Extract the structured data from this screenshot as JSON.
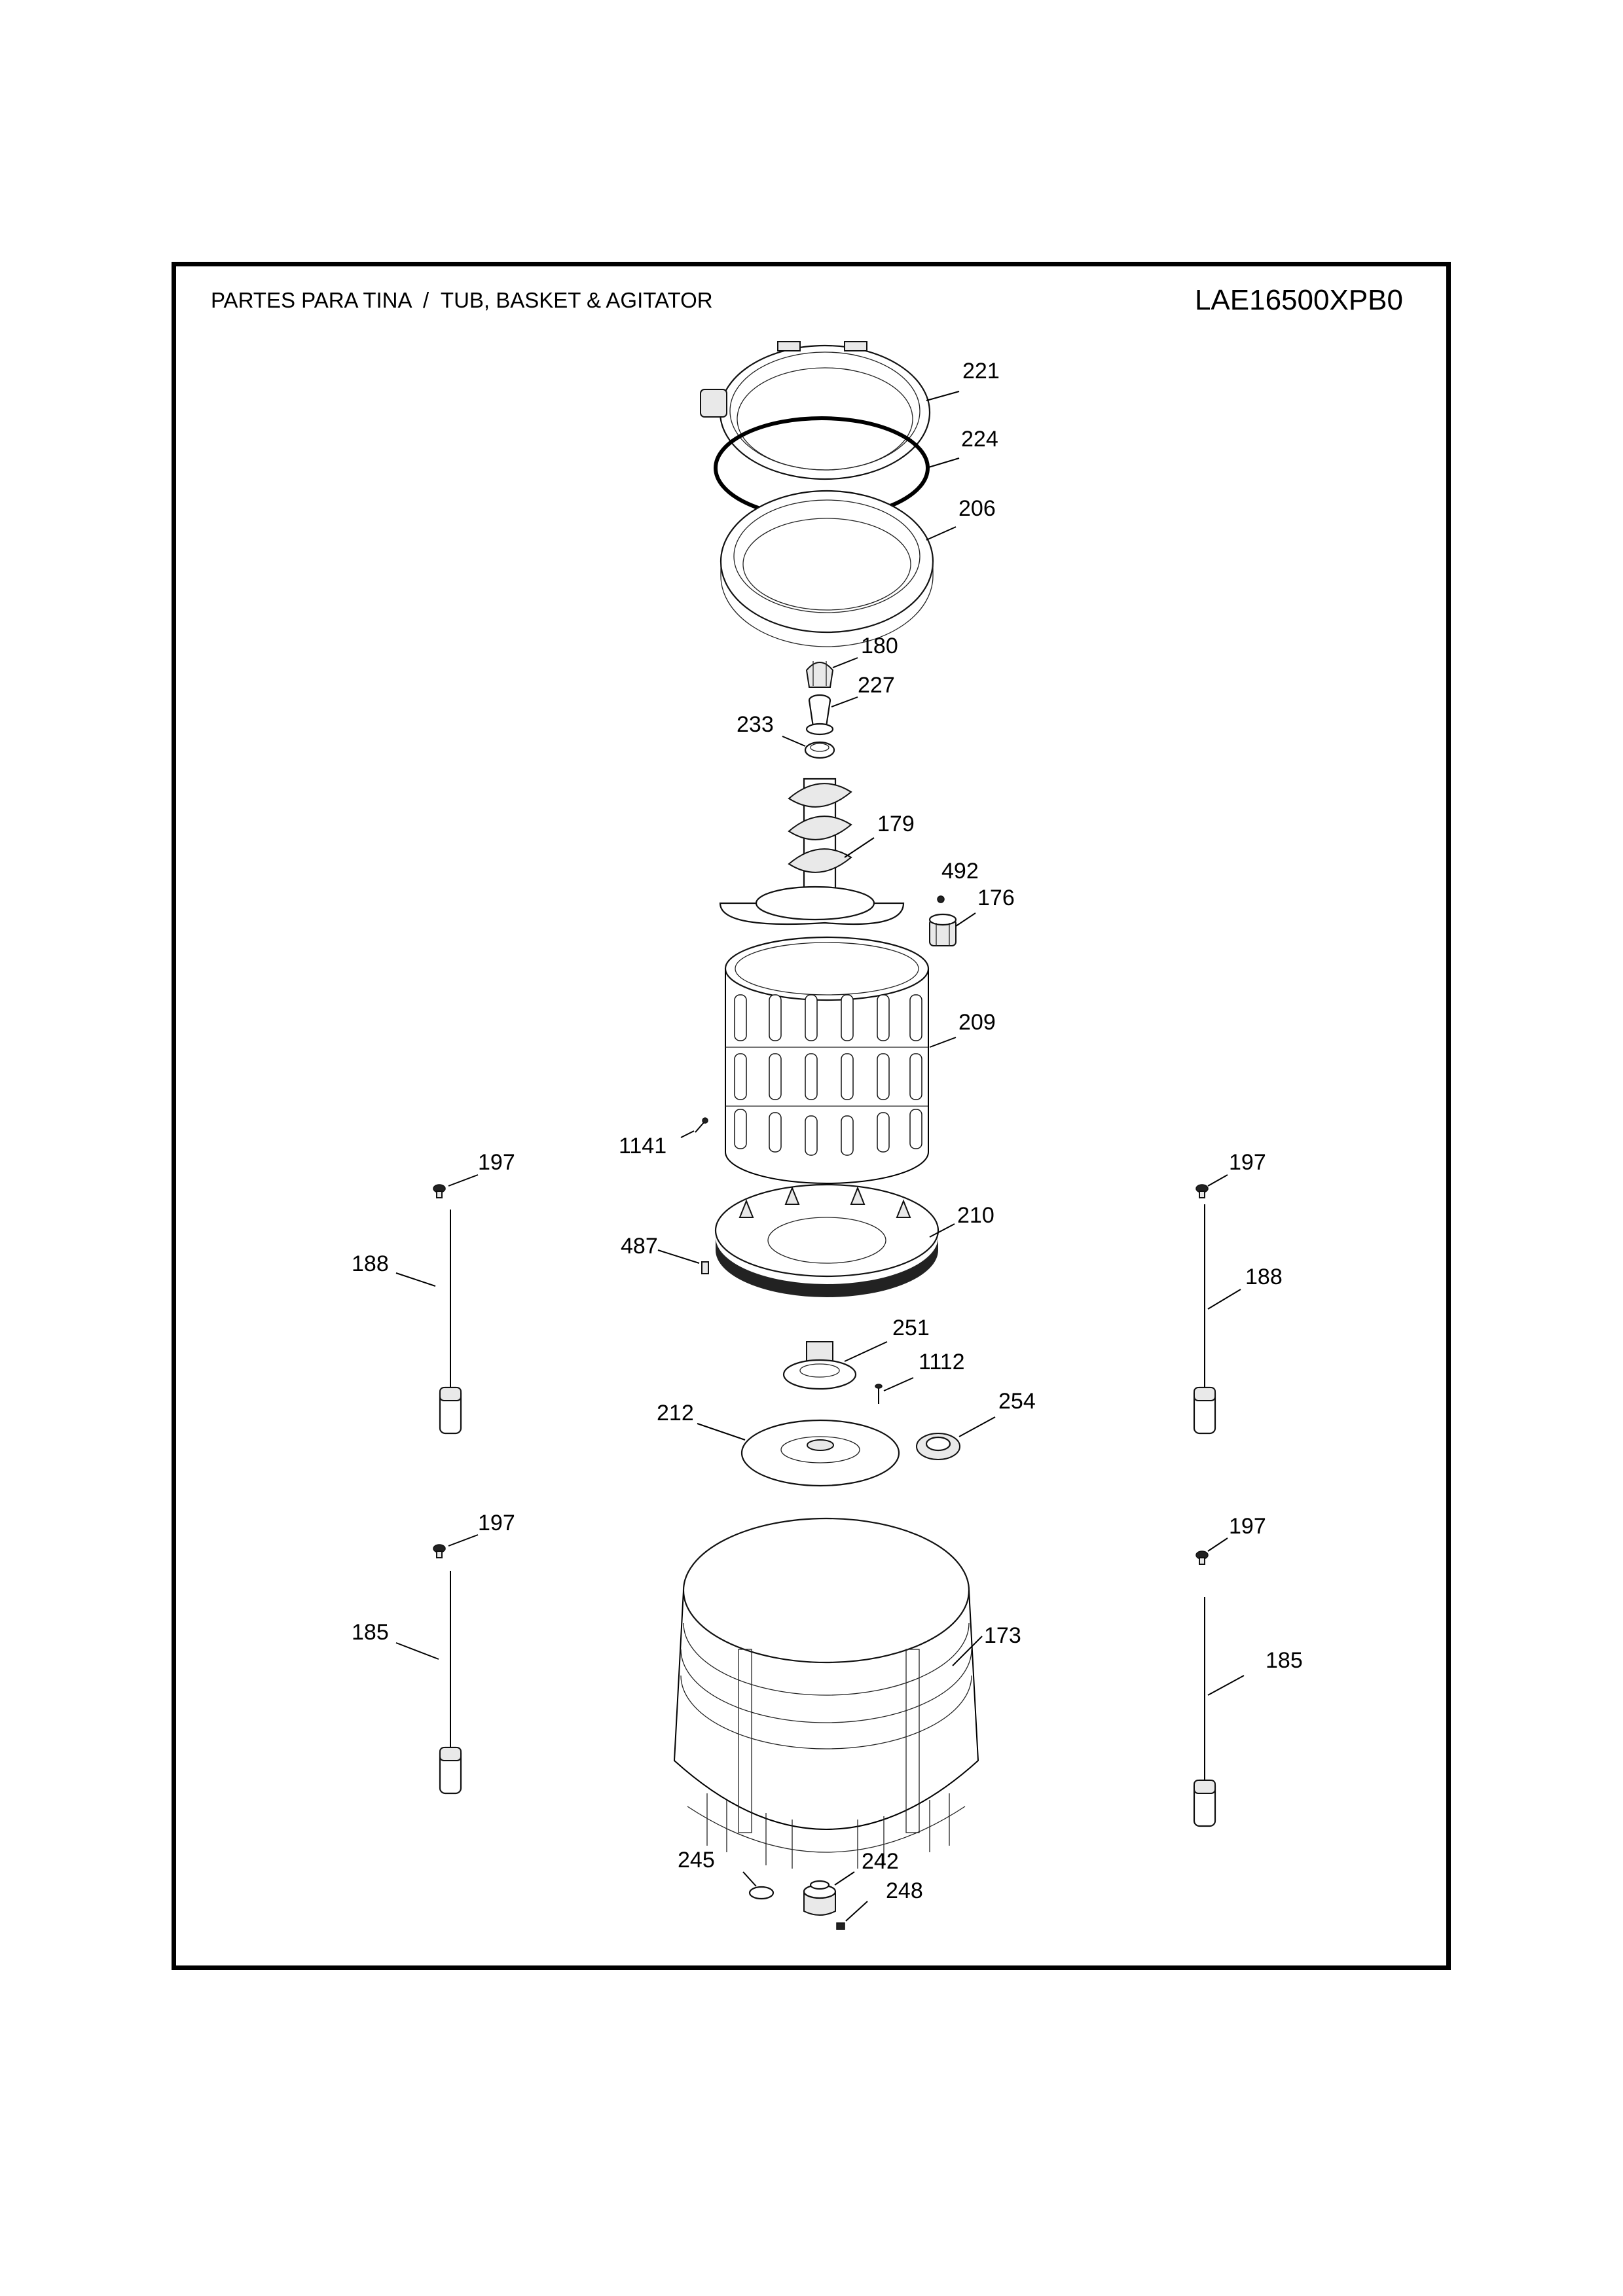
{
  "header": {
    "title": "PARTES PARA TINA  /  TUB, BASKET & AGITATOR",
    "model": "LAE16500XPB0"
  },
  "callouts": {
    "c221": "221",
    "c224": "224",
    "c206": "206",
    "c180": "180",
    "c227": "227",
    "c233": "233",
    "c179": "179",
    "c492": "492",
    "c176": "176",
    "c209": "209",
    "c1141": "1141",
    "c197a": "197",
    "c197b": "197",
    "c188a": "188",
    "c188b": "188",
    "c210": "210",
    "c487": "487",
    "c251": "251",
    "c1112": "1112",
    "c254": "254",
    "c212": "212",
    "c197c": "197",
    "c197d": "197",
    "c185a": "185",
    "c185b": "185",
    "c173": "173",
    "c245": "245",
    "c242": "242",
    "c248": "248"
  }
}
